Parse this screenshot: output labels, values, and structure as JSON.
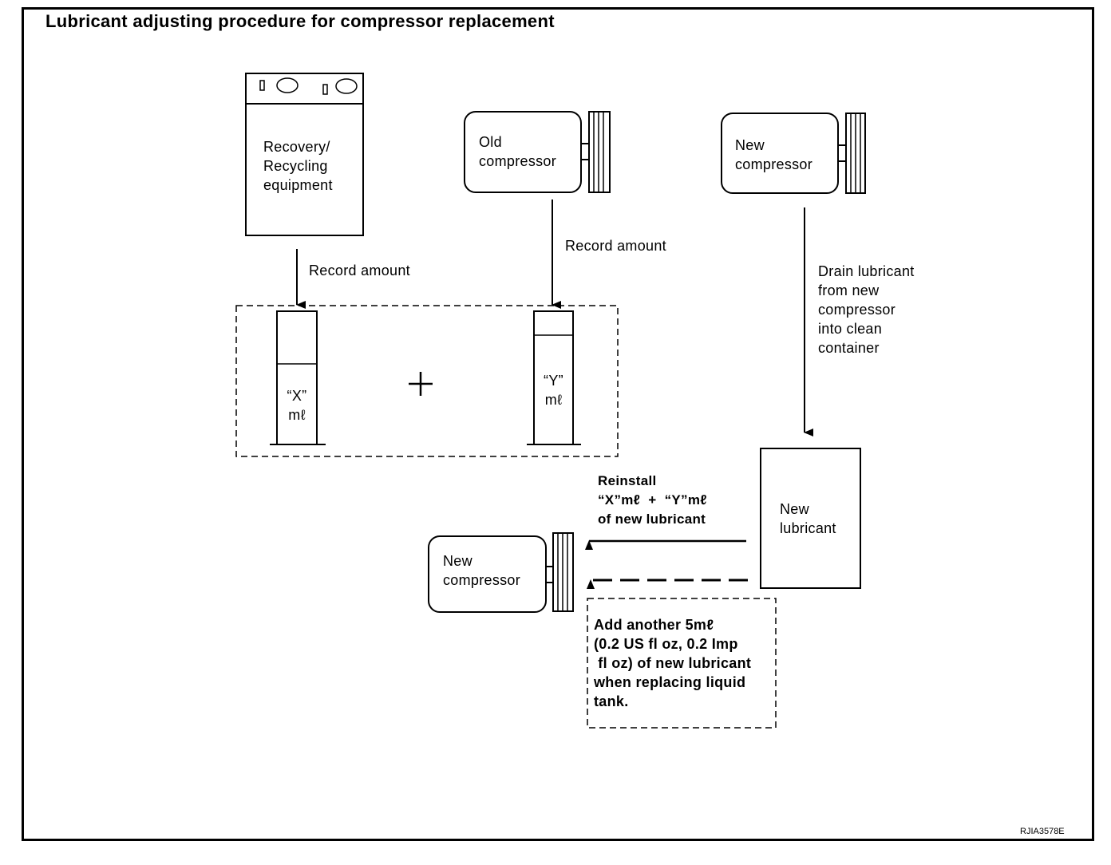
{
  "title": "Lubricant adjusting procedure for compressor replacement",
  "recovery_equipment": {
    "label": [
      "Recovery/",
      "Recycling",
      "equipment"
    ]
  },
  "old_compressor": {
    "label": [
      "Old",
      "compressor"
    ]
  },
  "new_compressor_top": {
    "label": [
      "New",
      "compressor"
    ]
  },
  "new_compressor_bottom": {
    "label": [
      "New",
      "compressor"
    ]
  },
  "new_lubricant": {
    "label": [
      "New",
      "lubricant"
    ]
  },
  "record_amount_left": "Record amount",
  "record_amount_right": "Record amount",
  "drain_text": [
    "Drain lubricant",
    "from new",
    "compressor",
    "into clean",
    "container"
  ],
  "container_x": [
    "“X”",
    "mℓ"
  ],
  "container_y": [
    "“Y”",
    "mℓ"
  ],
  "plus_sign": "+",
  "reinstall_text": [
    "Reinstall",
    "“X”mℓ  +  “Y”mℓ",
    "of new lubricant"
  ],
  "note_text": [
    "Add another 5mℓ",
    "(0.2 US fl oz, 0.2 Imp",
    " fl oz) of new lubricant",
    "when replacing liquid",
    "tank."
  ],
  "figure_code": "RJIA3578E"
}
